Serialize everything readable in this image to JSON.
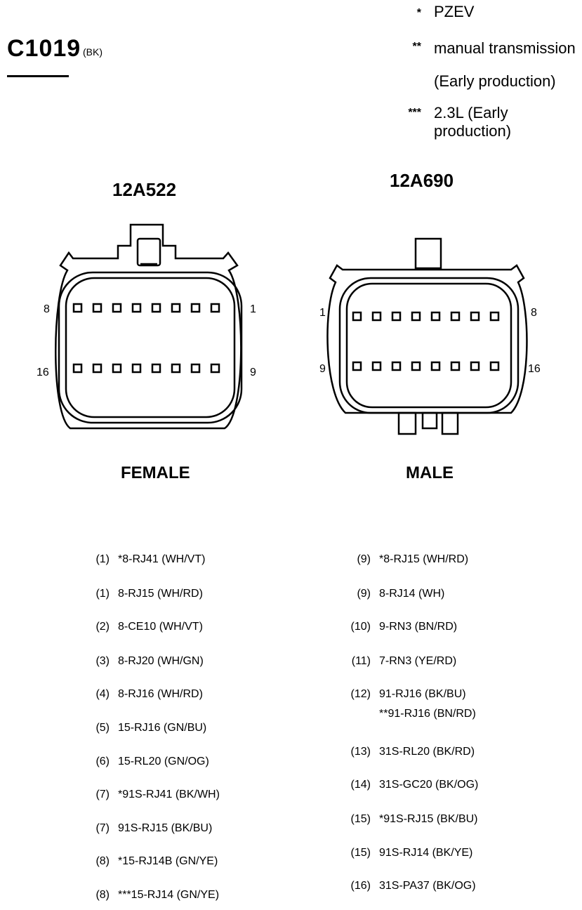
{
  "connector": {
    "id": "C1019",
    "color": "(BK)"
  },
  "legend": [
    {
      "mark": "*",
      "text": "PZEV"
    },
    {
      "mark": "**",
      "text": "manual transmission"
    },
    {
      "mark": "",
      "text": "(Early production)"
    },
    {
      "mark": "***",
      "text": "2.3L (Early production)"
    }
  ],
  "left_connector": {
    "part": "12A522",
    "gender": "FEMALE",
    "pin_labels": {
      "top_left": "8",
      "top_right": "1",
      "bottom_left": "16",
      "bottom_right": "9"
    }
  },
  "right_connector": {
    "part": "12A690",
    "gender": "MALE",
    "pin_labels": {
      "top_left": "1",
      "top_right": "8",
      "bottom_left": "9",
      "bottom_right": "16"
    }
  },
  "circuits_left": [
    {
      "cavity": "(1)",
      "circuit": "*8-RJ41 (WH/VT)"
    },
    {
      "cavity": "(1)",
      "circuit": "8-RJ15 (WH/RD)"
    },
    {
      "cavity": "(2)",
      "circuit": "8-CE10 (WH/VT)"
    },
    {
      "cavity": "(3)",
      "circuit": "8-RJ20 (WH/GN)"
    },
    {
      "cavity": "(4)",
      "circuit": "8-RJ16 (WH/RD)"
    },
    {
      "cavity": "(5)",
      "circuit": "15-RJ16 (GN/BU)"
    },
    {
      "cavity": "(6)",
      "circuit": "15-RL20 (GN/OG)"
    },
    {
      "cavity": "(7)",
      "circuit": "*91S-RJ41 (BK/WH)"
    },
    {
      "cavity": "(7)",
      "circuit": "91S-RJ15 (BK/BU)"
    },
    {
      "cavity": "(8)",
      "circuit": "*15-RJ14B (GN/YE)"
    },
    {
      "cavity": "(8)",
      "circuit": "***15-RJ14 (GN/YE)"
    }
  ],
  "circuits_right": [
    {
      "cavity": "(9)",
      "circuit": "*8-RJ15 (WH/RD)"
    },
    {
      "cavity": "(9)",
      "circuit": "8-RJ14 (WH)"
    },
    {
      "cavity": "(10)",
      "circuit": "9-RN3 (BN/RD)"
    },
    {
      "cavity": "(11)",
      "circuit": "7-RN3 (YE/RD)"
    },
    {
      "cavity": "(12)",
      "circuit": "91-RJ16 (BK/BU)"
    },
    {
      "cavity": "",
      "circuit": "**91-RJ16 (BN/RD)"
    },
    {
      "cavity": "(13)",
      "circuit": "31S-RL20 (BK/RD)"
    },
    {
      "cavity": "(14)",
      "circuit": "31S-GC20 (BK/OG)"
    },
    {
      "cavity": "(15)",
      "circuit": "*91S-RJ15 (BK/BU)"
    },
    {
      "cavity": "(15)",
      "circuit": "91S-RJ14 (BK/YE)"
    },
    {
      "cavity": "(16)",
      "circuit": "31S-PA37 (BK/OG)"
    }
  ]
}
